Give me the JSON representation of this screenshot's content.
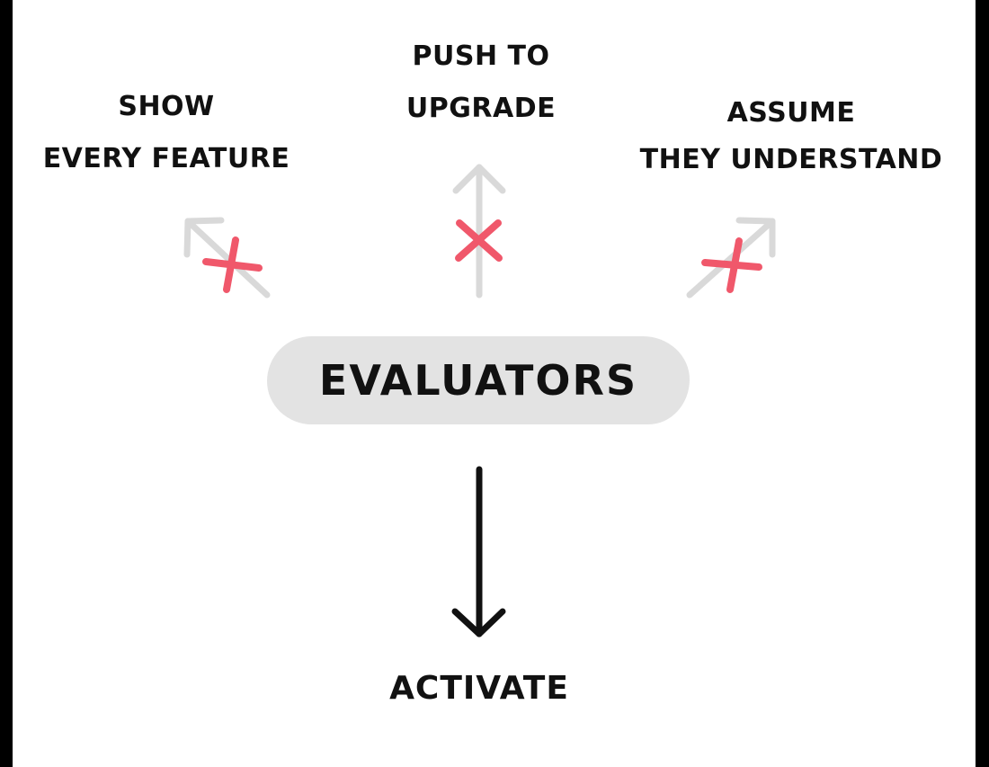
{
  "diagram": {
    "options": [
      {
        "id": "left",
        "lines": [
          "SHOW",
          "EVERY FEATURE"
        ]
      },
      {
        "id": "center",
        "lines": [
          "PUSH TO",
          "UPGRADE"
        ]
      },
      {
        "id": "right",
        "lines": [
          "ASSUME",
          "THEY UNDERSTAND"
        ]
      }
    ],
    "center_node": "EVALUATORS",
    "outcome": "ACTIVATE",
    "colors": {
      "background": "#ffffff",
      "frame": "#000000",
      "rejected_arrow": "#d9d9d9",
      "cross_mark": "#f0586b",
      "pill": "#e3e3e3",
      "text": "#111111",
      "main_arrow": "#111111"
    },
    "icons": [
      "arrow-up-left-icon",
      "arrow-up-icon",
      "arrow-up-right-icon",
      "cross-icon",
      "arrow-down-icon"
    ]
  }
}
